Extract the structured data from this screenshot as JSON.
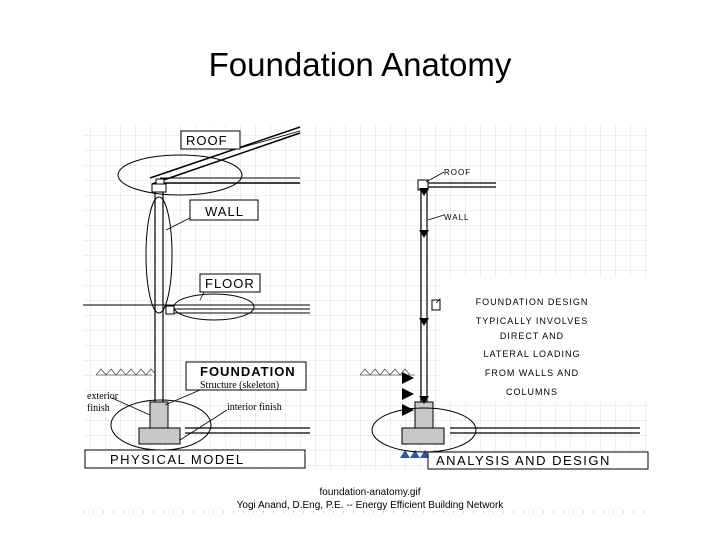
{
  "title": "Foundation Anatomy",
  "physical": {
    "roof": "ROOF",
    "wall": "WALL",
    "floor": "FLOOR",
    "foundation": "FOUNDATION",
    "structure": "Structure (skeleton)",
    "exterior_1": "exterior",
    "exterior_2": "finish",
    "interior": "interior finish",
    "model_label": "PHYSICAL MODEL"
  },
  "analysis": {
    "roof": "ROOF",
    "wall": "WALL",
    "description": [
      "FOUNDATION DESIGN",
      "TYPICALLY INVOLVES",
      "DIRECT AND",
      "LATERAL LOADING",
      "FROM WALLS AND",
      "COLUMNS"
    ],
    "model_label": "ANALYSIS AND DESIGN"
  },
  "caption": {
    "file": "foundation-anatomy.gif",
    "credit": "Yogi Anand, D.Eng, P.E. -- Energy Efficient Building Network"
  },
  "colors": {
    "grid": "#d4e1ee",
    "foundation": "#c8c8c8",
    "ink": "#000000"
  }
}
